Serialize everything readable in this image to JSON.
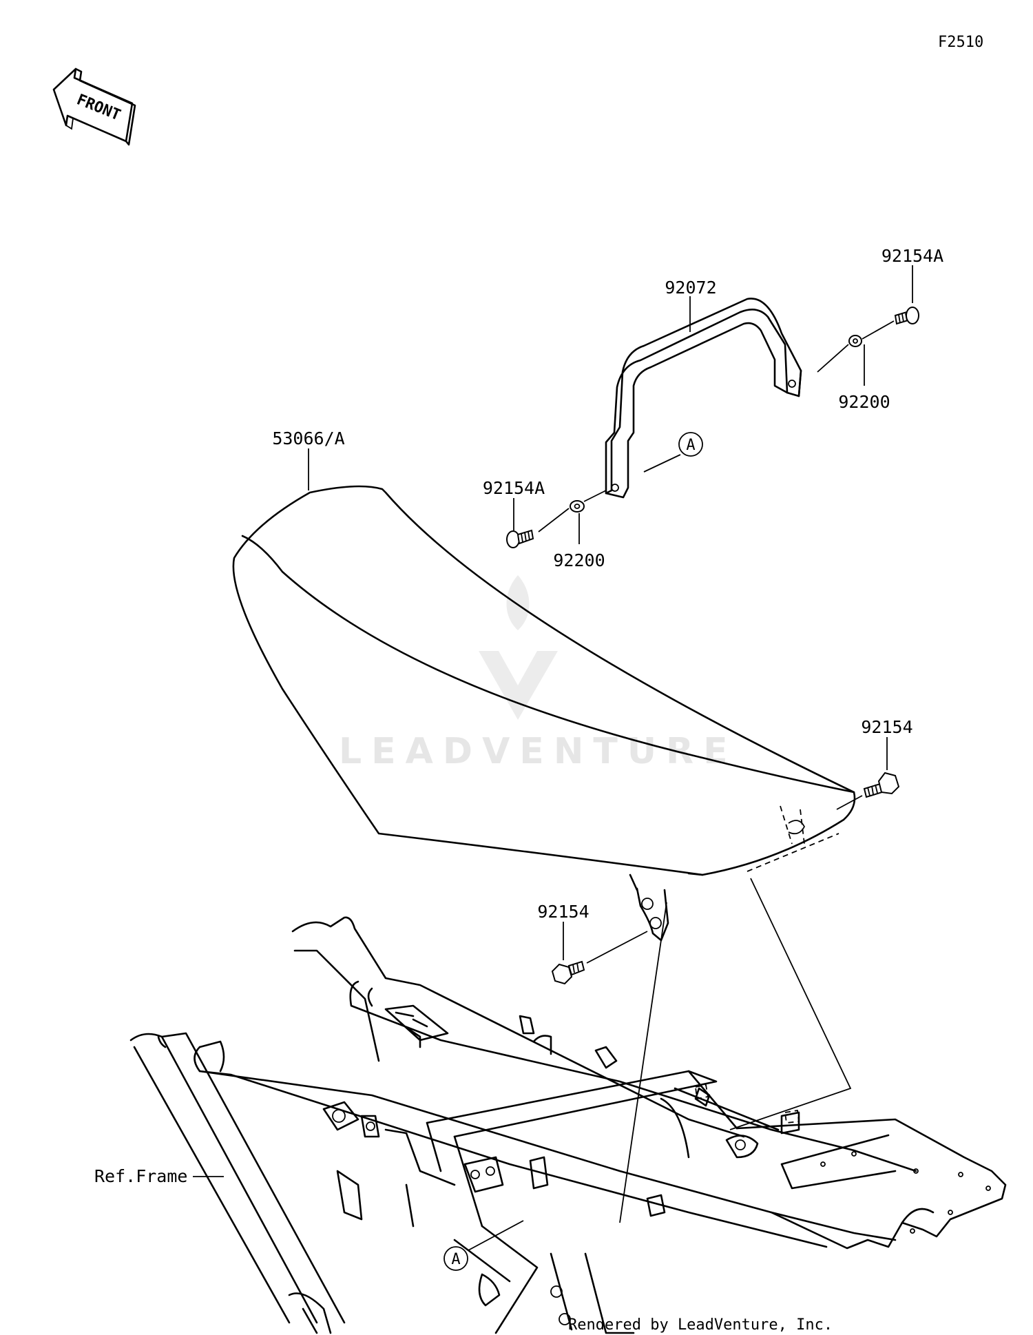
{
  "figure_code": "F2510",
  "front_arrow": {
    "label": "FRONT",
    "icon": "front-direction-arrow-icon"
  },
  "watermark": "LEADVENTURE",
  "callouts": {
    "bracket": "92072",
    "seat": "53066/A",
    "bolt_rear_top": "92154A",
    "washer_rear_top": "92200",
    "bolt_left_top": "92154A",
    "washer_left_top": "92200",
    "bolt_seat_rear": "92154",
    "bolt_seat_front": "92154",
    "frame_ref": "Ref.Frame",
    "ref_a_upper": "A",
    "ref_a_lower": "A"
  },
  "footer": "Rendered by LeadVenture, Inc."
}
